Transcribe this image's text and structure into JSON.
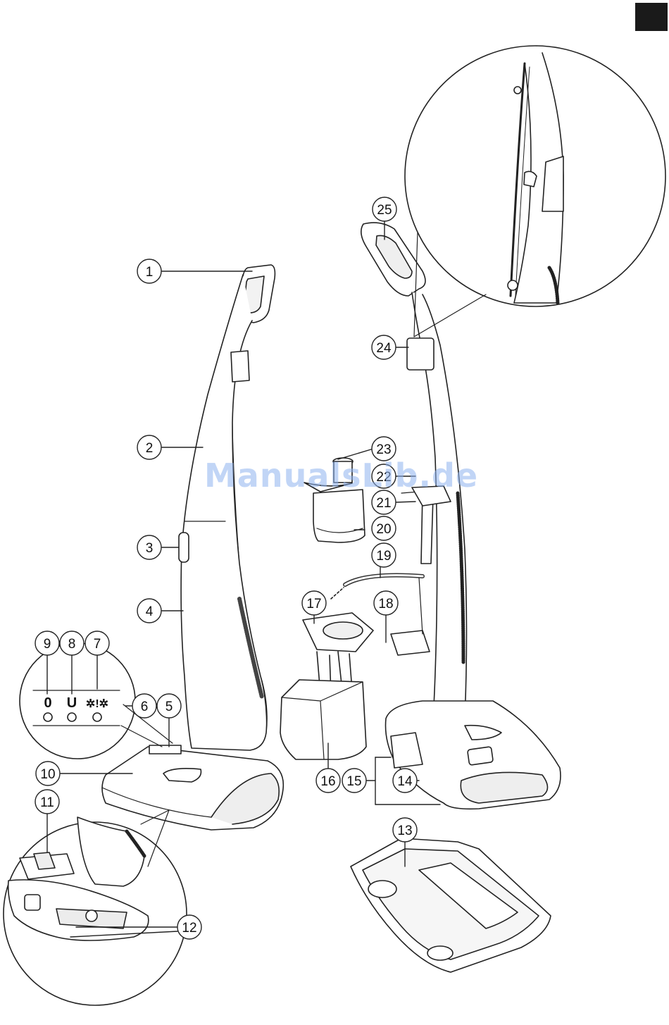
{
  "watermark": "ManualsLib.de",
  "callouts": [
    {
      "n": "1"
    },
    {
      "n": "2"
    },
    {
      "n": "3"
    },
    {
      "n": "4"
    },
    {
      "n": "5"
    },
    {
      "n": "6"
    },
    {
      "n": "7"
    },
    {
      "n": "8"
    },
    {
      "n": "9"
    },
    {
      "n": "10"
    },
    {
      "n": "11"
    },
    {
      "n": "12"
    },
    {
      "n": "13"
    },
    {
      "n": "14"
    },
    {
      "n": "15"
    },
    {
      "n": "16"
    },
    {
      "n": "17"
    },
    {
      "n": "18"
    },
    {
      "n": "19"
    },
    {
      "n": "20"
    },
    {
      "n": "21"
    },
    {
      "n": "22"
    },
    {
      "n": "23"
    },
    {
      "n": "24"
    },
    {
      "n": "25"
    }
  ],
  "indicators": [
    {
      "symbol": "0"
    },
    {
      "symbol": "U"
    },
    {
      "symbol": "✲!✲"
    }
  ],
  "colors": {
    "line": "#222222",
    "fill": "#ffffff",
    "tab": "#1a1a1a",
    "watermark": "#8fb4f0"
  }
}
